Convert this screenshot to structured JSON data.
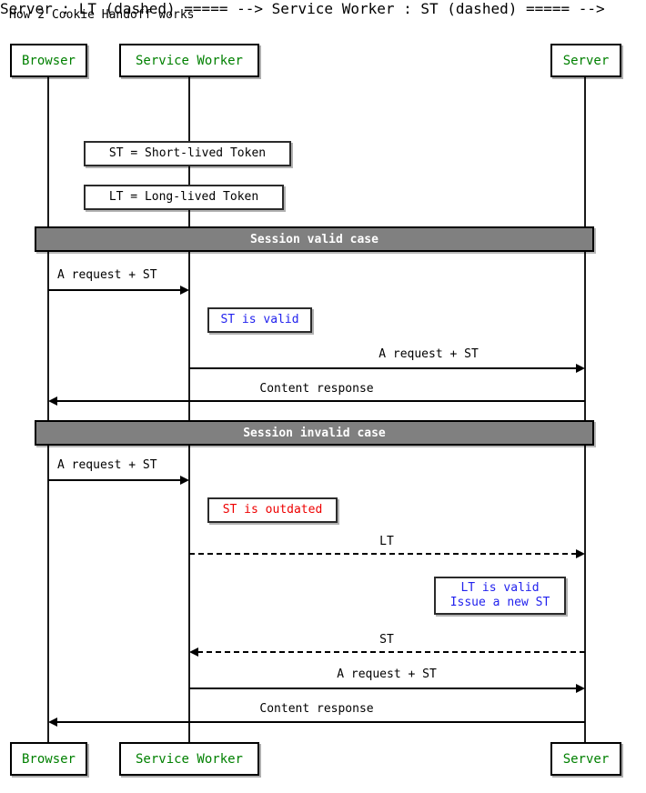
{
  "diagram": {
    "type": "sequence-diagram",
    "title": "How 2 Cookie Handoff works",
    "colors": {
      "participant_text": "#008000",
      "note_info": "#2222ee",
      "note_error": "#ee0000",
      "divider_fill": "#808080",
      "divider_text": "#ffffff",
      "line": "#000000"
    },
    "participants": [
      {
        "id": "browser",
        "label": "Browser"
      },
      {
        "id": "service_worker",
        "label": "Service Worker"
      },
      {
        "id": "server",
        "label": "Server"
      }
    ],
    "legend_notes": [
      {
        "text": "ST = Short-lived Token"
      },
      {
        "text": "LT = Long-lived Token"
      }
    ],
    "groups": [
      {
        "id": "valid",
        "label": "Session valid case"
      },
      {
        "id": "invalid",
        "label": "Session invalid case"
      }
    ],
    "messages": [
      {
        "id": "m1",
        "label": "A request + ST",
        "from": "browser",
        "to": "service_worker",
        "style": "solid",
        "direction": "right"
      },
      {
        "id": "m2",
        "label": "A request + ST",
        "from": "service_worker",
        "to": "server",
        "style": "solid",
        "direction": "right"
      },
      {
        "id": "m3",
        "label": "Content response",
        "from": "server",
        "to": "browser",
        "style": "solid",
        "direction": "left"
      },
      {
        "id": "m4",
        "label": "A request + ST",
        "from": "browser",
        "to": "service_worker",
        "style": "solid",
        "direction": "right"
      },
      {
        "id": "m5",
        "label": "LT",
        "from": "service_worker",
        "to": "server",
        "style": "dashed",
        "direction": "right"
      },
      {
        "id": "m6",
        "label": "ST",
        "from": "server",
        "to": "service_worker",
        "style": "dashed",
        "direction": "left"
      },
      {
        "id": "m7",
        "label": "A request + ST",
        "from": "service_worker",
        "to": "server",
        "style": "solid",
        "direction": "right"
      },
      {
        "id": "m8",
        "label": "Content response",
        "from": "server",
        "to": "browser",
        "style": "solid",
        "direction": "left"
      }
    ],
    "inline_notes": [
      {
        "id": "n_st_valid",
        "lines": [
          "ST is valid"
        ],
        "color": "blue"
      },
      {
        "id": "n_st_outdated",
        "lines": [
          "ST is outdated"
        ],
        "color": "red"
      },
      {
        "id": "n_lt_valid",
        "lines": [
          "LT is valid",
          "Issue a new ST"
        ],
        "color": "blue"
      }
    ]
  }
}
